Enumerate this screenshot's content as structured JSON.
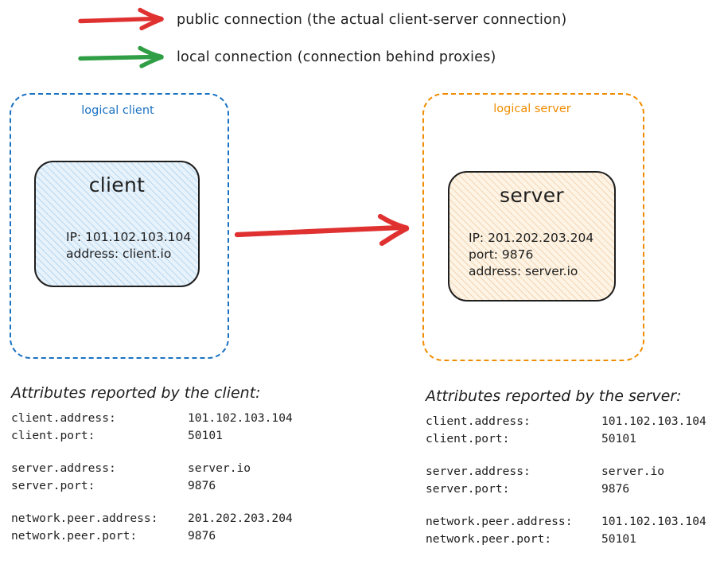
{
  "legend": [
    {
      "id": "public",
      "icon": "arrow-right-icon",
      "color": "#e03131",
      "label": "public connection (the actual client-server connection)"
    },
    {
      "id": "local",
      "icon": "arrow-right-icon",
      "color": "#2f9e44",
      "label": "local connection (connection behind proxies)"
    }
  ],
  "connector": {
    "name": "public-connection-arrow",
    "color": "#e03131",
    "from": "client",
    "to": "server"
  },
  "client_group": {
    "title": "logical client",
    "border_color": "#1971c2",
    "node": {
      "title": "client",
      "fill": "#e7f2fb",
      "hatch_color": "#9dc8e8",
      "attributes": [
        "IP: 101.102.103.104",
        "address: client.io"
      ]
    }
  },
  "server_group": {
    "title": "logical server",
    "border_color": "#f08c00",
    "node": {
      "title": "server",
      "fill": "#fdf4e6",
      "hatch_color": "#edc392",
      "attributes": [
        "IP: 201.202.203.204",
        "port: 9876",
        "address: server.io"
      ]
    }
  },
  "client_attrs": {
    "heading": "Attributes reported by the client:",
    "groups": [
      [
        {
          "key": "client.address:",
          "value": "101.102.103.104"
        },
        {
          "key": "client.port:",
          "value": "50101"
        }
      ],
      [
        {
          "key": "server.address:",
          "value": "server.io"
        },
        {
          "key": "server.port:",
          "value": "9876"
        }
      ],
      [
        {
          "key": "network.peer.address:",
          "value": "201.202.203.204"
        },
        {
          "key": "network.peer.port:",
          "value": "9876"
        }
      ]
    ]
  },
  "server_attrs": {
    "heading": "Attributes reported by the server:",
    "groups": [
      [
        {
          "key": "client.address:",
          "value": "101.102.103.104"
        },
        {
          "key": "client.port:",
          "value": "50101"
        }
      ],
      [
        {
          "key": "server.address:",
          "value": "server.io"
        },
        {
          "key": "server.port:",
          "value": "9876"
        }
      ],
      [
        {
          "key": "network.peer.address:",
          "value": "101.102.103.104"
        },
        {
          "key": "network.peer.port:",
          "value": "50101"
        }
      ]
    ]
  }
}
